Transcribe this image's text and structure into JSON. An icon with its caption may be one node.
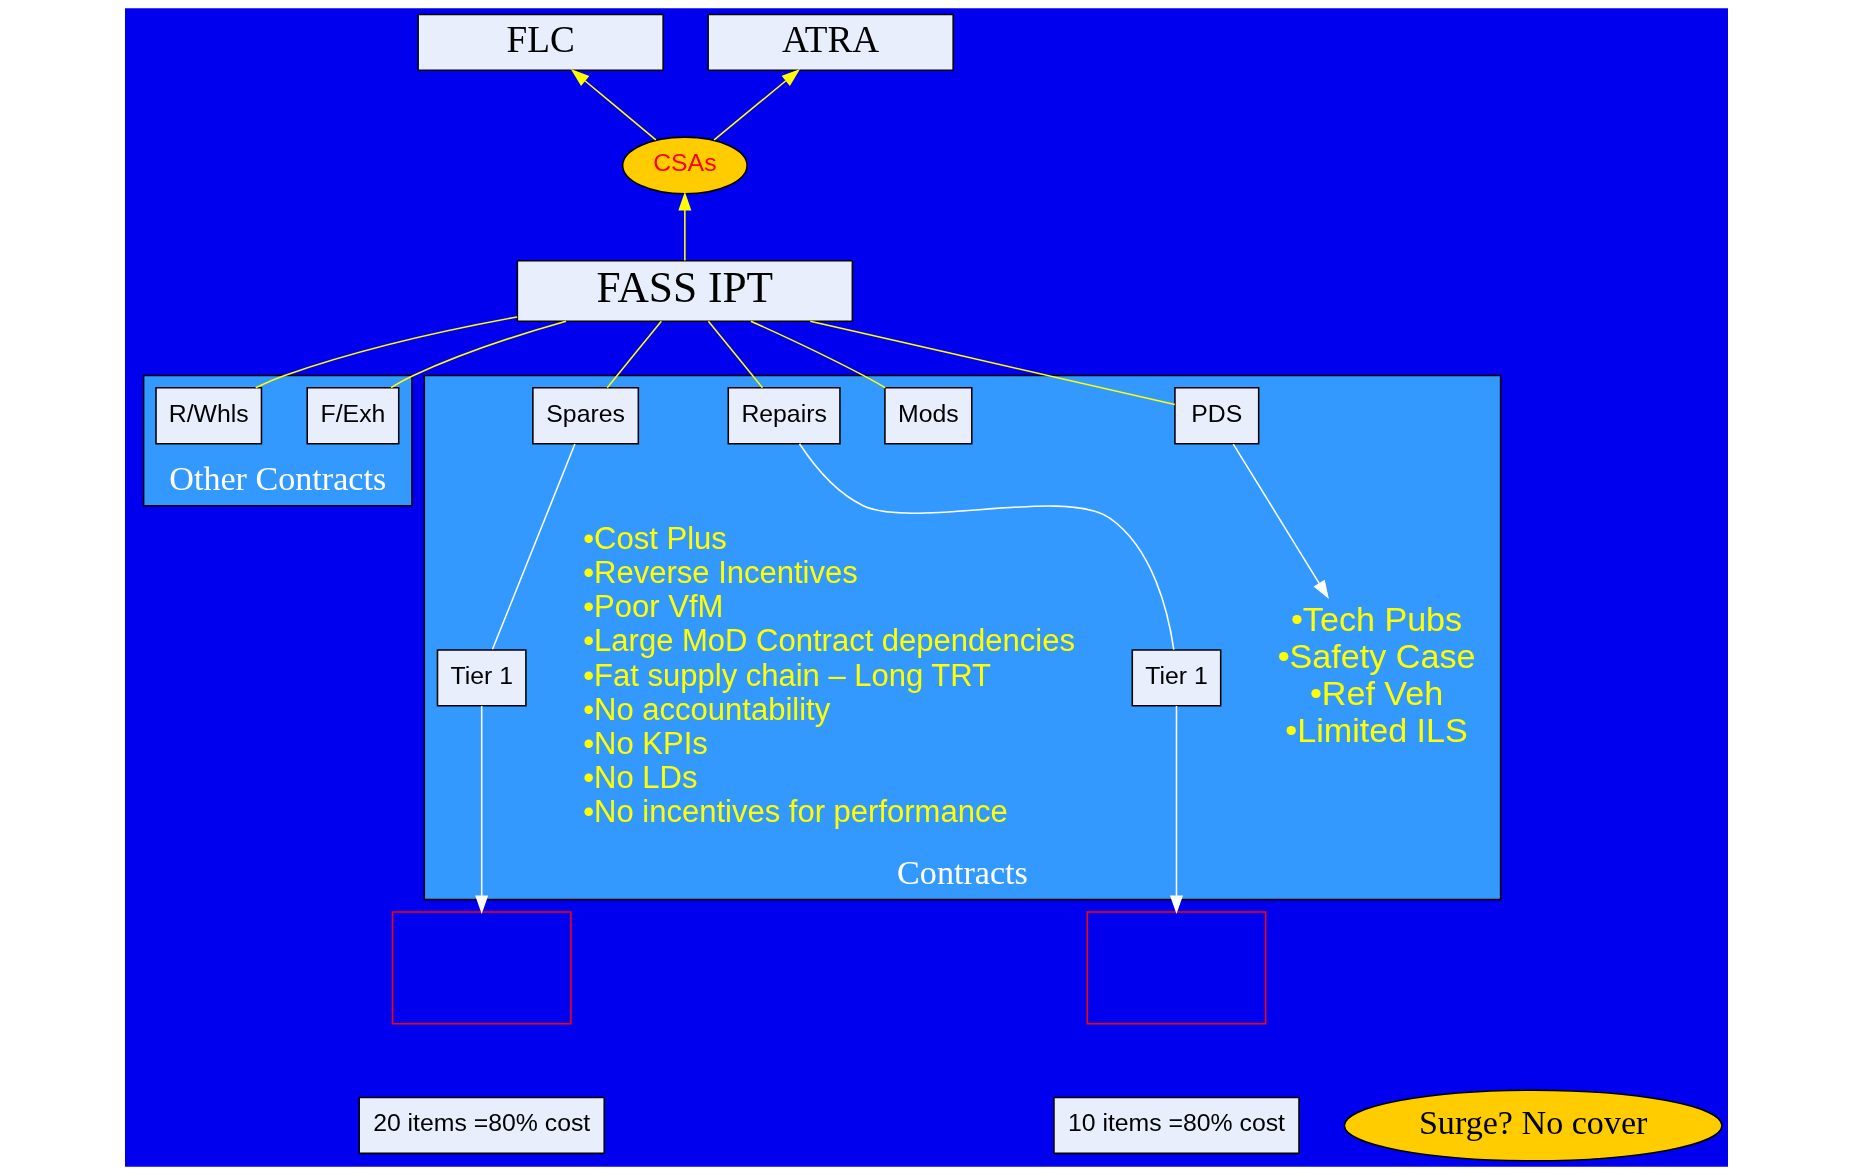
{
  "diagram": {
    "nodes": [
      {
        "text": [
          "FLC"
        ]
      },
      {
        "text": [
          "ATRA"
        ]
      },
      {
        "text": [
          "CSAs"
        ]
      },
      {
        "text": [
          "FASS IPT"
        ]
      },
      {
        "text": [
          "Other Contracts"
        ]
      },
      {
        "text": [
          "F/Exh"
        ],
        "in": 4
      },
      {
        "text": [
          "R/Whls"
        ],
        "in": 4
      },
      {
        "text": [
          "Contracts"
        ]
      },
      {
        "text": [
          "PDS"
        ],
        "in": 7
      },
      {
        "text": [
          "Mods"
        ],
        "in": 7
      },
      {
        "text": [
          "Spares"
        ],
        "in": 7
      },
      {
        "text": [
          "Repairs"
        ],
        "in": 7
      },
      {
        "text": [
          "•Tech Pubs",
          "•Safety Case",
          "•Ref Veh",
          "•Limited ILS"
        ],
        "in": 7
      },
      {
        "text": [
          "Tier 1"
        ],
        "in": 7
      },
      {
        "text": [
          "Tier 1"
        ],
        "in": 7
      },
      {
        "text": [],
        "shape": "box"
      },
      {
        "text": [
          "20 items =80% cost"
        ]
      },
      {
        "text": [],
        "shape": "box"
      },
      {
        "text": [
          "10 items =80% cost"
        ]
      },
      {
        "text": [
          "Surge? No cover"
        ]
      },
      {
        "text": [
          "•Cost Plus",
          "•Reverse Incentives",
          "•Poor VfM",
          "•Large MoD Contract dependencies",
          "•Fat supply chain – Long TRT",
          "•No accountability",
          "•No KPIs",
          "•No LDs",
          "•No incentives for performance"
        ],
        "in": 7
      }
    ],
    "edges": [
      {
        "from": 2,
        "to": 0,
        "arrow": "to"
      },
      {
        "from": 2,
        "to": 1,
        "arrow": "to"
      },
      {
        "from": 3,
        "to": 2,
        "arrow": "to"
      },
      {
        "from": 3,
        "to": 5,
        "arrow": "none"
      },
      {
        "from": 3,
        "to": 6,
        "arrow": "none"
      },
      {
        "from": 3,
        "to": 8,
        "arrow": "none"
      },
      {
        "from": 3,
        "to": 9,
        "arrow": "none"
      },
      {
        "from": 3,
        "to": 10,
        "arrow": "none"
      },
      {
        "from": 3,
        "to": 11,
        "arrow": "none"
      },
      {
        "from": 8,
        "to": 12,
        "arrow": "to",
        "color": "#ffffff"
      },
      {
        "from": 10,
        "to": 13,
        "arrow": "none",
        "color": "#ffffff"
      },
      {
        "from": 11,
        "to": 14,
        "arrow": "none",
        "color": "#ffffff"
      },
      {
        "from": 13,
        "to": 15,
        "arrow": "to",
        "color": "#ffffff"
      },
      {
        "from": 14,
        "to": 17,
        "arrow": "to",
        "color": "#ffffff"
      }
    ]
  }
}
